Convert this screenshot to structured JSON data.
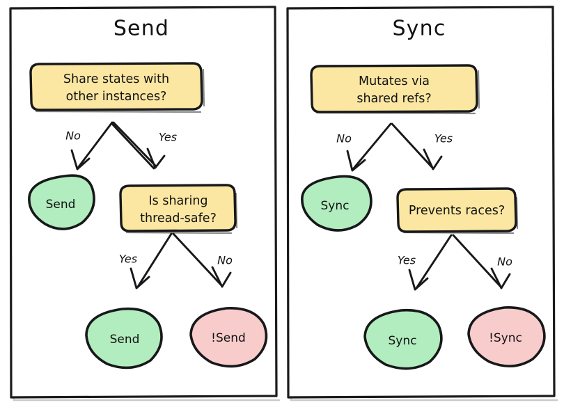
{
  "figure": {
    "background_color": "#ffffff",
    "palette": {
      "decision_fill": "#fbe7a2",
      "positive_fill": "#b2edbf",
      "negative_fill": "#f9cccc",
      "ink": "#17181a",
      "panel_border": "#1b1b1b"
    }
  },
  "panels": [
    {
      "id": "send",
      "title": "Send",
      "root": {
        "kind": "decision",
        "lines": [
          "Share states with",
          "other instances?"
        ]
      },
      "branch1": {
        "left_label": "No",
        "right_label": "Yes"
      },
      "left_outcome": {
        "kind": "positive",
        "label": "Send"
      },
      "second": {
        "kind": "decision",
        "lines": [
          "Is sharing",
          "thread-safe?"
        ]
      },
      "branch2": {
        "left_label": "Yes",
        "right_label": "No"
      },
      "leaf_positive": {
        "kind": "positive",
        "label": "Send"
      },
      "leaf_negative": {
        "kind": "negative",
        "label": "!Send"
      }
    },
    {
      "id": "sync",
      "title": "Sync",
      "root": {
        "kind": "decision",
        "lines": [
          "Mutates via",
          "shared refs?"
        ]
      },
      "branch1": {
        "left_label": "No",
        "right_label": "Yes"
      },
      "left_outcome": {
        "kind": "positive",
        "label": "Sync"
      },
      "second": {
        "kind": "decision",
        "lines": [
          "Prevents races?"
        ]
      },
      "branch2": {
        "left_label": "Yes",
        "right_label": "No"
      },
      "leaf_positive": {
        "kind": "positive",
        "label": "Sync"
      },
      "leaf_negative": {
        "kind": "negative",
        "label": "!Sync"
      }
    }
  ]
}
